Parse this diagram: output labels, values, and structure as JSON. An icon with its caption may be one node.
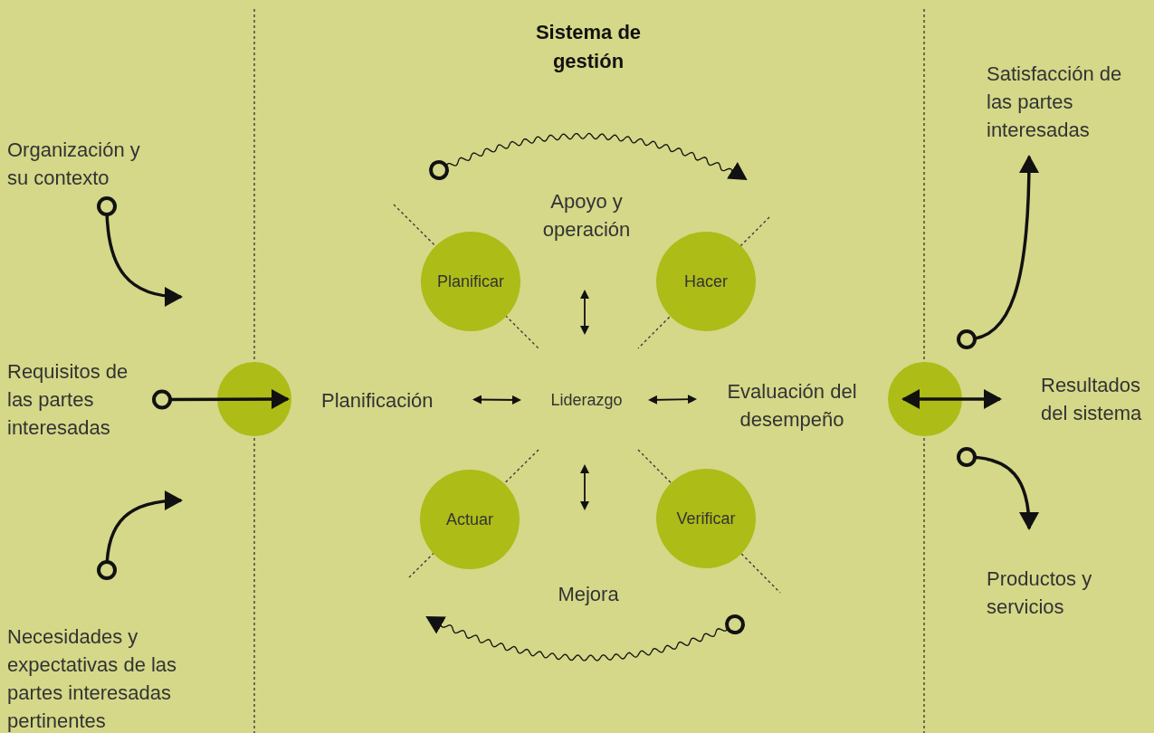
{
  "diagram": {
    "title": "Sistema de gestión",
    "nodes": [
      {
        "text": [
          "Organización y su contexto"
        ]
      },
      {
        "text": [
          "Requisitos de las partes interesadas"
        ]
      },
      {
        "text": [
          "Necesidades y expectativas de las partes interesadas pertinentes"
        ]
      },
      {
        "text": [],
        "shape": "circle"
      },
      {
        "text": [
          "Planificar"
        ]
      },
      {
        "text": [
          "Hacer"
        ]
      },
      {
        "text": [
          "Actuar"
        ]
      },
      {
        "text": [
          "Verificar"
        ]
      },
      {
        "text": [
          "Apoyo y operación"
        ]
      },
      {
        "text": [
          "Planificación"
        ]
      },
      {
        "text": [
          "Liderazgo"
        ]
      },
      {
        "text": [
          "Evaluación del desempeño"
        ]
      },
      {
        "text": [
          "Mejora"
        ]
      },
      {
        "text": [],
        "shape": "circle"
      },
      {
        "text": [
          "Satisfacción de las partes interesadas"
        ]
      },
      {
        "text": [
          "Resultados del sistema"
        ]
      },
      {
        "text": [
          "Productos y servicios"
        ]
      }
    ],
    "edges": [
      {
        "from": 0,
        "to": null,
        "arrow": "to"
      },
      {
        "from": 1,
        "to": 3,
        "arrow": "to"
      },
      {
        "from": 2,
        "to": null,
        "arrow": "to"
      },
      {
        "from": 4,
        "to": 5,
        "arrow": "to"
      },
      {
        "from": 7,
        "to": 6,
        "arrow": "to"
      },
      {
        "from": 8,
        "to": 10,
        "arrow": "both"
      },
      {
        "from": 9,
        "to": 10,
        "arrow": "both"
      },
      {
        "from": 10,
        "to": 11,
        "arrow": "both"
      },
      {
        "from": 10,
        "to": 12,
        "arrow": "both"
      },
      {
        "from": 13,
        "to": 15,
        "arrow": "both"
      },
      {
        "from": 13,
        "to": 14,
        "arrow": "to"
      },
      {
        "from": 13,
        "to": 16,
        "arrow": "to"
      }
    ]
  }
}
